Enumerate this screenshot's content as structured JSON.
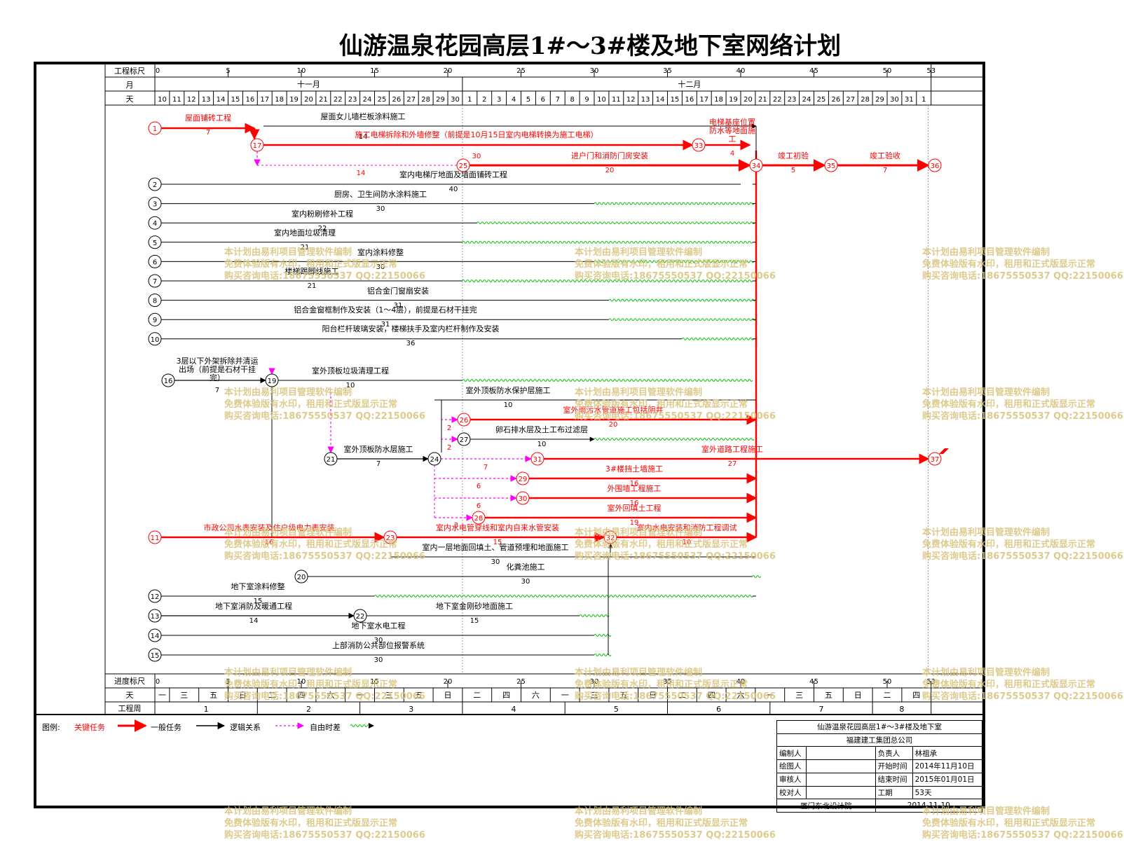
{
  "title": "仙游温泉花园高层1#～3#楼及地下室网络计划",
  "header": {
    "row_scale_label": "工程标尺",
    "row_month_label": "月",
    "row_day_label": "天",
    "scale_ticks": [
      "0",
      "5",
      "10",
      "15",
      "20",
      "25",
      "30",
      "35",
      "40",
      "45",
      "50",
      "53"
    ],
    "months": [
      "十一月",
      "十二月"
    ],
    "days": [
      "10",
      "11",
      "12",
      "13",
      "14",
      "15",
      "16",
      "17",
      "18",
      "19",
      "20",
      "21",
      "22",
      "23",
      "24",
      "25",
      "26",
      "27",
      "28",
      "29",
      "30",
      "1",
      "2",
      "3",
      "4",
      "5",
      "6",
      "7",
      "8",
      "9",
      "10",
      "11",
      "12",
      "13",
      "14",
      "15",
      "16",
      "17",
      "18",
      "19",
      "20",
      "21",
      "22",
      "23",
      "24",
      "25",
      "26",
      "27",
      "28",
      "29",
      "30",
      "31",
      "1"
    ]
  },
  "footer": {
    "row_scale_label": "进度标尺",
    "row_weekday_label": "天",
    "row_week_label": "工程周",
    "scale_ticks": [
      "0",
      "5",
      "10",
      "15",
      "20",
      "25",
      "30",
      "35",
      "40",
      "45",
      "50",
      "53"
    ],
    "weekdays": [
      "一",
      "三",
      "五",
      "日",
      "二",
      "四",
      "六",
      "一",
      "三",
      "五",
      "日",
      "二",
      "四",
      "六",
      "一",
      "三",
      "五",
      "日",
      "二",
      "四",
      "六",
      "一",
      "三",
      "五",
      "日",
      "二",
      "四"
    ],
    "weeks": [
      "1",
      "2",
      "3",
      "4",
      "5",
      "6",
      "7",
      "8"
    ]
  },
  "nodes": [
    "1",
    "17",
    "33",
    "25",
    "34",
    "35",
    "36",
    "2",
    "3",
    "4",
    "5",
    "6",
    "7",
    "8",
    "9",
    "10",
    "16",
    "19",
    "26",
    "27",
    "21",
    "24",
    "31",
    "37",
    "29",
    "30",
    "28",
    "11",
    "23",
    "32",
    "20",
    "12",
    "13",
    "22",
    "14",
    "15"
  ],
  "tasks": [
    {
      "name": "屋面铺砖工程",
      "dur": "7"
    },
    {
      "name": "屋面女儿墙栏板涂料施工",
      "dur": "14"
    },
    {
      "name": "施工电梯拆除和外墙修整（前提是10月15日室内电梯转换为施工电梯）",
      "dur": "30"
    },
    {
      "name": "电梯基座位置防水等地面施工",
      "dur": "4"
    },
    {
      "name": "进户门和消防门房安装",
      "dur": "20"
    },
    {
      "name": "竣工初验",
      "dur": "5"
    },
    {
      "name": "竣工验收",
      "dur": "7"
    },
    {
      "name": "室内电梯厅地面及墙面铺砖工程",
      "dur": "40"
    },
    {
      "name": "厨房、卫生间防水涂料施工",
      "dur": "30"
    },
    {
      "name": "室内粉刷修补工程",
      "dur": "22"
    },
    {
      "name": "室内地面垃圾清理",
      "dur": "21"
    },
    {
      "name": "室内涂料修整",
      "dur": "30"
    },
    {
      "name": "楼梯踢脚线施工",
      "dur": "21"
    },
    {
      "name": "铝合金门窗扇安装",
      "dur": "31"
    },
    {
      "name": "铝合金窗框制作及安装（1～4层），前提是石材干挂完",
      "dur": "31"
    },
    {
      "name": "阳台栏杆玻璃安装，楼梯扶手及室内栏杆制作及安装",
      "dur": "36"
    },
    {
      "name": "3层以下外架拆除并清运出场（前提是石材干挂完）",
      "dur": "7"
    },
    {
      "name": "室外顶板垃圾清理工程",
      "dur": "10"
    },
    {
      "name": "室外顶板防水保护层施工",
      "dur": "10"
    },
    {
      "name": "室外雨污水管道施工包括阴井",
      "dur": "20"
    },
    {
      "name": "卵石排水层及土工布过滤层",
      "dur": "10"
    },
    {
      "name": "室外顶板防水层施工",
      "dur": "7"
    },
    {
      "name": "室外道路工程施工",
      "dur": "27"
    },
    {
      "name": "3#楼挡土墙施工",
      "dur": "16"
    },
    {
      "name": "外围墙工程施工",
      "dur": "16"
    },
    {
      "name": "室外回填土工程",
      "dur": "19"
    },
    {
      "name": "市政公司水表安装及住户级电力表安装",
      "dur": "16"
    },
    {
      "name": "室内水电管穿线和室内自来水管安装",
      "dur": "15"
    },
    {
      "name": "室内水电安装和消防工程调试",
      "dur": "10"
    },
    {
      "name": "室内一层地面回填土、管道预埋和地面施工",
      "dur": "30"
    },
    {
      "name": "化粪池施工",
      "dur": "30"
    },
    {
      "name": "地下室涂料修整",
      "dur": "15"
    },
    {
      "name": "地下室消防及暖通工程",
      "dur": "14"
    },
    {
      "name": "地下室金刚砂地面施工",
      "dur": "15"
    },
    {
      "name": "地下室水电工程",
      "dur": "30"
    },
    {
      "name": "上部消防公共部位报警系统",
      "dur": "30"
    }
  ],
  "extra_labels": {
    "lag_a": "2",
    "lag_b": "2",
    "lag_c": "7",
    "lag_d": "6",
    "lag_e": "6",
    "lag_f": "3",
    "lag_g": "14"
  },
  "legend": {
    "title": "图例:",
    "critical": "关键任务",
    "general": "一般任务",
    "logic": "逻辑关系",
    "float": "自由时差"
  },
  "titleblock": {
    "project": "仙游温泉花园高层1#～3#楼及地下室",
    "company": "福建建工集团总公司",
    "editor_label": "编制人",
    "owner_label": "负责人",
    "owner": "林祖承",
    "drawer_label": "绘图人",
    "start_label": "开始时间",
    "start": "2014年11月10日",
    "checker_label": "审核人",
    "end_label": "结束时间",
    "end": "2015年01月01日",
    "proof_label": "校对人",
    "duration_label": "工期",
    "duration": "53天",
    "designer": "厦门东北设计院",
    "date": "2014-11-10"
  },
  "watermark": [
    "本计划由易利项目管理软件编制",
    "免费体验版有水印，租用和正式版显示正常",
    "购买咨询电话:18675550537 QQ:22150066"
  ],
  "colors": {
    "critical": "#ff0000",
    "general": "#000000",
    "logic": "#ff00ff",
    "float": "#00c000",
    "watermark": "#d7c27a"
  }
}
